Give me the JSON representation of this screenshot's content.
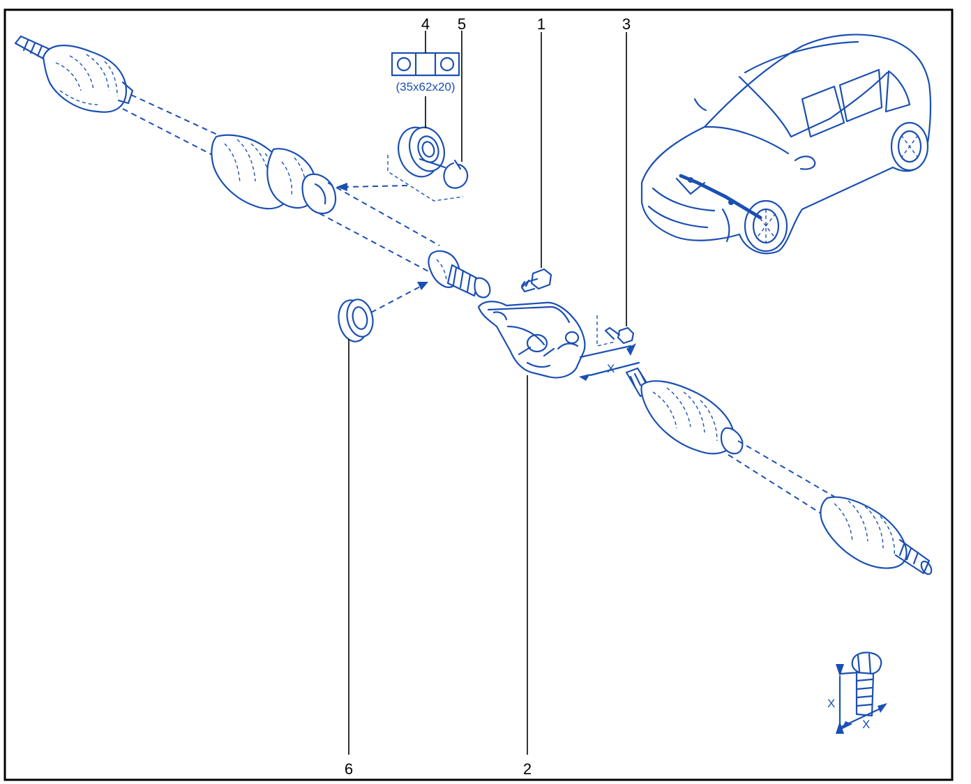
{
  "callouts": {
    "c1": "1",
    "c2": "2",
    "c3": "3",
    "c4": "4",
    "c5": "5",
    "c6": "6"
  },
  "dimensions": {
    "bearing_size": "(35x62x20)",
    "x_main": "X",
    "x_detail_v": "X",
    "x_detail_h": "X"
  },
  "colors": {
    "line": "#1a4fb3",
    "frame": "#000000",
    "background": "#ffffff"
  },
  "icons": [
    "drive-shaft",
    "bearing",
    "circlip",
    "bracket",
    "bolt",
    "seal",
    "car"
  ]
}
